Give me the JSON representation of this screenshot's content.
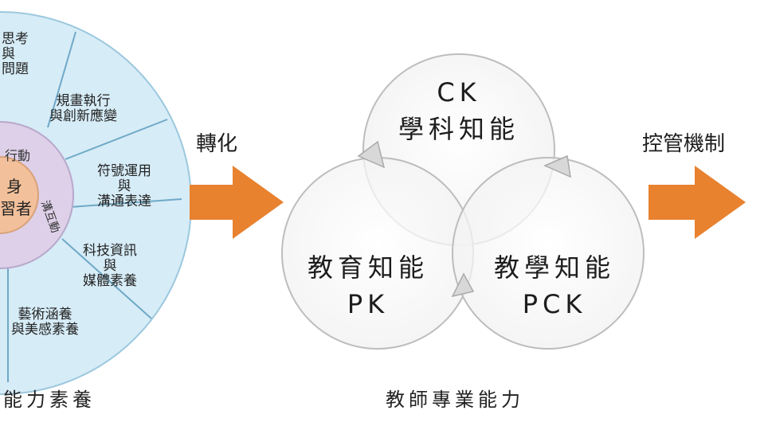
{
  "wheel": {
    "segments": [
      "思考\n與\n問題",
      "規畫執行\n與創新應變",
      "符號運用\n與\n溝通表達",
      "科技資訊\n與\n媒體素養",
      "藝術涵養\n與美感素養"
    ],
    "ring_top": "行動",
    "ring_side": "溝互動",
    "core_line1": "身",
    "core_line2": "習者",
    "caption": "能力素養"
  },
  "arrow1_label": "轉化",
  "arrow2_label": "控管機制",
  "venn": {
    "ck_line1": "CK",
    "ck_line2": "學科知能",
    "pk_line1": "教育知能",
    "pk_line2": "PK",
    "pck_line1": "教學知能",
    "pck_line2": "PCK",
    "caption": "教師專業能力"
  },
  "colors": {
    "wheel_fill": "#d6ecf7",
    "ring_fill": "#ddd0e8",
    "core_fill": "#f2c09a",
    "arrow": "#e8822f",
    "circle_stroke": "#bdbdbd"
  }
}
